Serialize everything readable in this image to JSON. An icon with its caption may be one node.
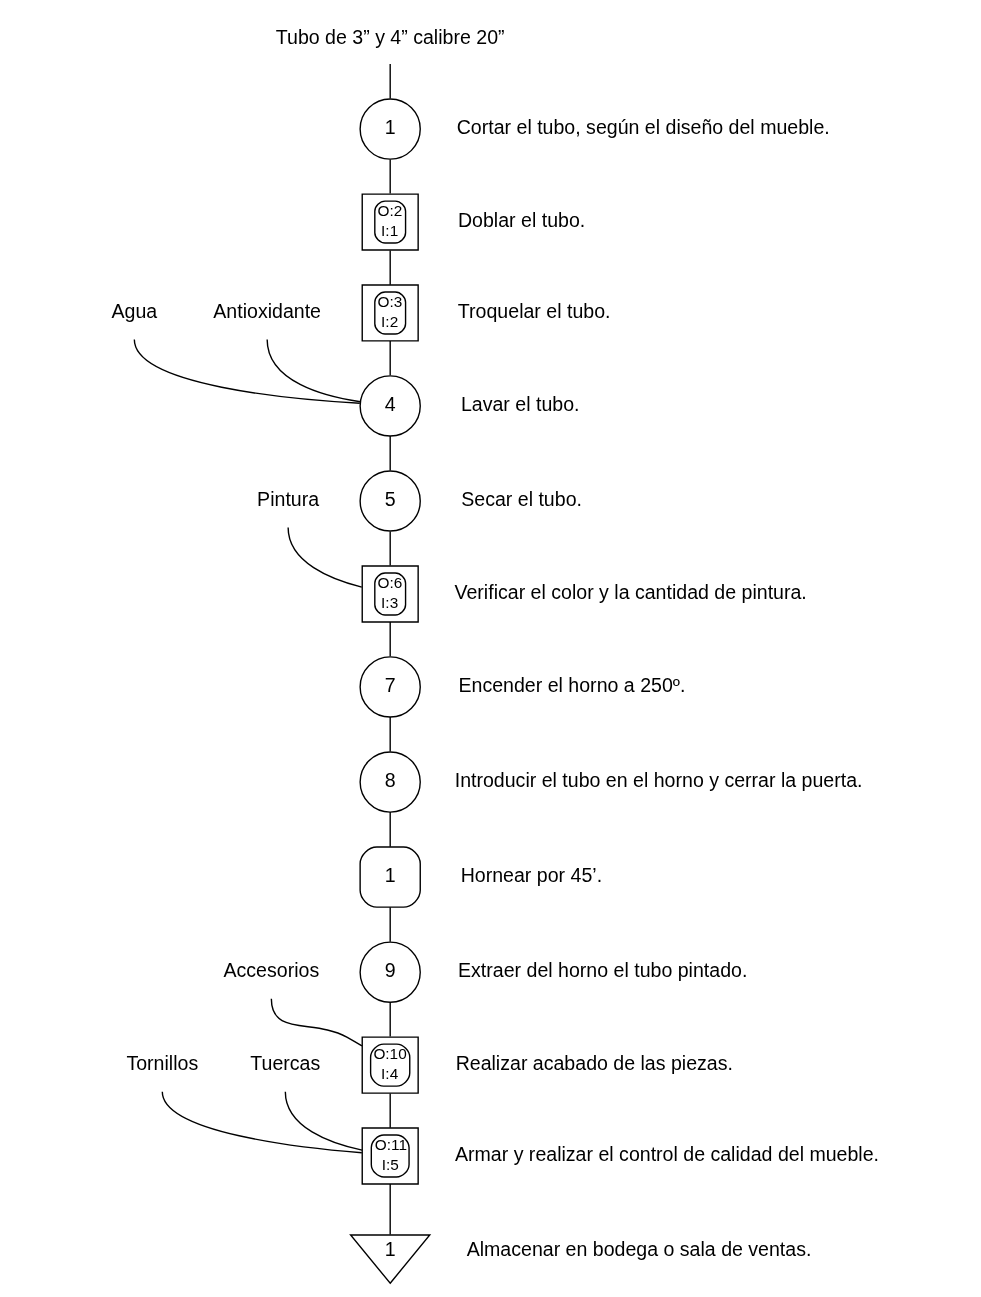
{
  "diagram": {
    "nodes": [
      {
        "text": [
          "Tubo de 3” y 4” calibre 20”"
        ]
      },
      {
        "text": [
          "1"
        ],
        "beside": [
          "Cortar el tubo, según el diseño del mueble."
        ]
      },
      {
        "text": [
          "O:2",
          "I:1"
        ],
        "beside": [
          "Doblar el tubo."
        ]
      },
      {
        "text": [
          "O:3",
          "I:2"
        ],
        "beside": [
          "Troquelar el tubo."
        ]
      },
      {
        "text": [
          "Agua"
        ]
      },
      {
        "text": [
          "Antioxidante"
        ]
      },
      {
        "text": [
          "4"
        ],
        "beside": [
          "Lavar el tubo."
        ]
      },
      {
        "text": [
          "5"
        ],
        "beside": [
          "Secar el tubo."
        ]
      },
      {
        "text": [
          "Pintura"
        ]
      },
      {
        "text": [
          "O:6",
          "I:3"
        ],
        "beside": [
          "Verificar el color y la cantidad de pintura."
        ]
      },
      {
        "text": [
          "7"
        ],
        "beside": [
          "Encender el horno a 250º."
        ]
      },
      {
        "text": [
          "8"
        ],
        "beside": [
          "Introducir el tubo en el horno y cerrar la puerta."
        ]
      },
      {
        "text": [
          "1"
        ],
        "beside": [
          "Hornear por 45’."
        ]
      },
      {
        "text": [
          "9"
        ],
        "beside": [
          "Extraer del horno el tubo pintado."
        ]
      },
      {
        "text": [
          "Accesorios"
        ]
      },
      {
        "text": [
          "O:10",
          "I:4"
        ],
        "beside": [
          "Realizar acabado de las piezas."
        ]
      },
      {
        "text": [
          "Tornillos"
        ]
      },
      {
        "text": [
          "Tuercas"
        ]
      },
      {
        "text": [
          "O:11",
          "I:5"
        ],
        "beside": [
          "Armar y realizar el control de calidad del mueble."
        ]
      },
      {
        "text": [
          "1"
        ],
        "beside": [
          "Almacenar en bodega o sala de ventas."
        ]
      }
    ],
    "edges": [
      {
        "from": 0,
        "to": 1,
        "arrow": "none"
      },
      {
        "from": 1,
        "to": 2,
        "arrow": "none"
      },
      {
        "from": 2,
        "to": 3,
        "arrow": "none"
      },
      {
        "from": 3,
        "to": 6,
        "arrow": "none"
      },
      {
        "from": 4,
        "to": 6,
        "arrow": "none"
      },
      {
        "from": 5,
        "to": 6,
        "arrow": "none"
      },
      {
        "from": 6,
        "to": 7,
        "arrow": "none"
      },
      {
        "from": 7,
        "to": 9,
        "arrow": "none"
      },
      {
        "from": 8,
        "to": 9,
        "arrow": "none"
      },
      {
        "from": 9,
        "to": 10,
        "arrow": "none"
      },
      {
        "from": 10,
        "to": 11,
        "arrow": "none"
      },
      {
        "from": 11,
        "to": 12,
        "arrow": "none"
      },
      {
        "from": 12,
        "to": 13,
        "arrow": "none"
      },
      {
        "from": 13,
        "to": 15,
        "arrow": "none"
      },
      {
        "from": 14,
        "to": 15,
        "arrow": "none"
      },
      {
        "from": 15,
        "to": 18,
        "arrow": "none"
      },
      {
        "from": 16,
        "to": 18,
        "arrow": "none"
      },
      {
        "from": 17,
        "to": 18,
        "arrow": "none"
      },
      {
        "from": 18,
        "to": 19,
        "arrow": "none"
      }
    ]
  }
}
